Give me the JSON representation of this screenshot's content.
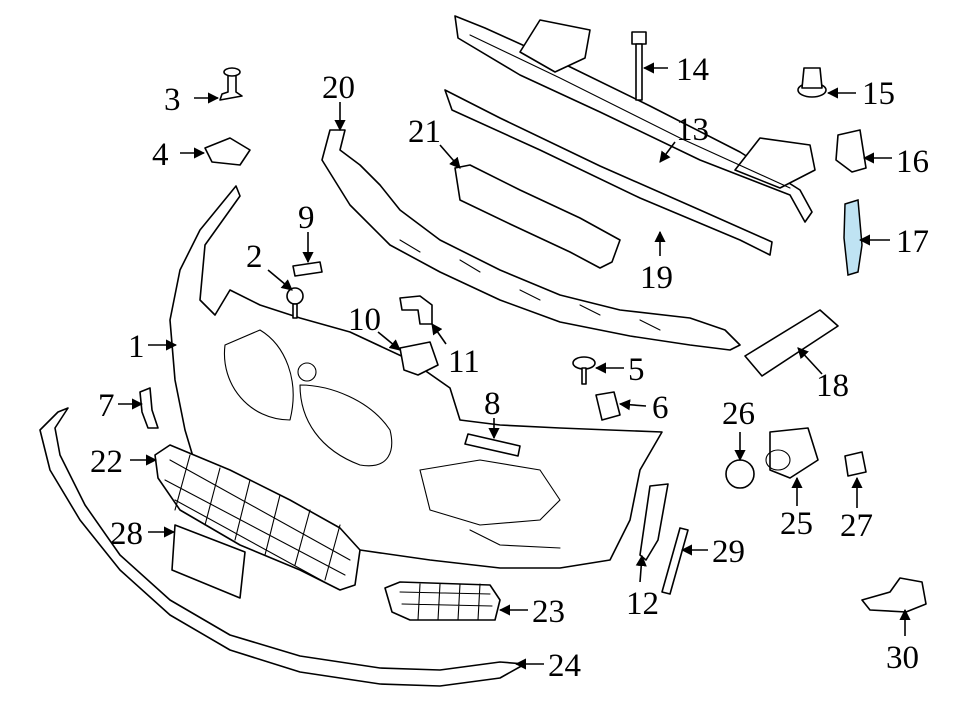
{
  "callouts": [
    "1",
    "2",
    "3",
    "4",
    "5",
    "6",
    "7",
    "8",
    "9",
    "10",
    "11",
    "12",
    "13",
    "14",
    "15",
    "16",
    "17",
    "18",
    "19",
    "20",
    "21",
    "22",
    "23",
    "24",
    "25",
    "26",
    "27",
    "28",
    "29",
    "30"
  ],
  "colors": {
    "line": "#000000",
    "background": "#ffffff",
    "highlight": "#bfe3f3"
  },
  "highlighted_part": "17"
}
